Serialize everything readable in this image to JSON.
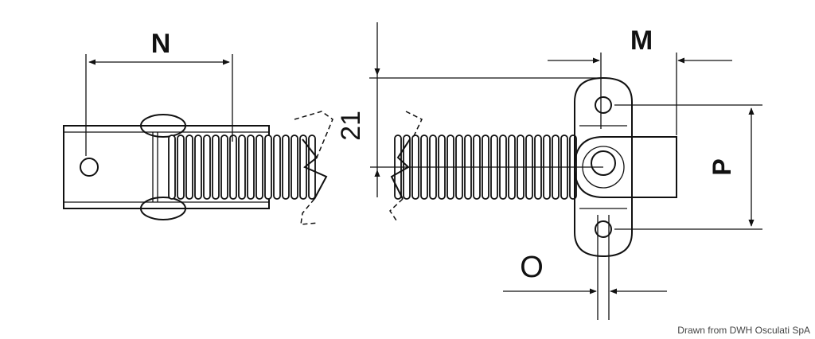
{
  "labels": {
    "n": "N",
    "dim_21": "21",
    "m": "M",
    "p": "P",
    "o": "O"
  },
  "credit": "Drawn from DWH Osculati SpA"
}
